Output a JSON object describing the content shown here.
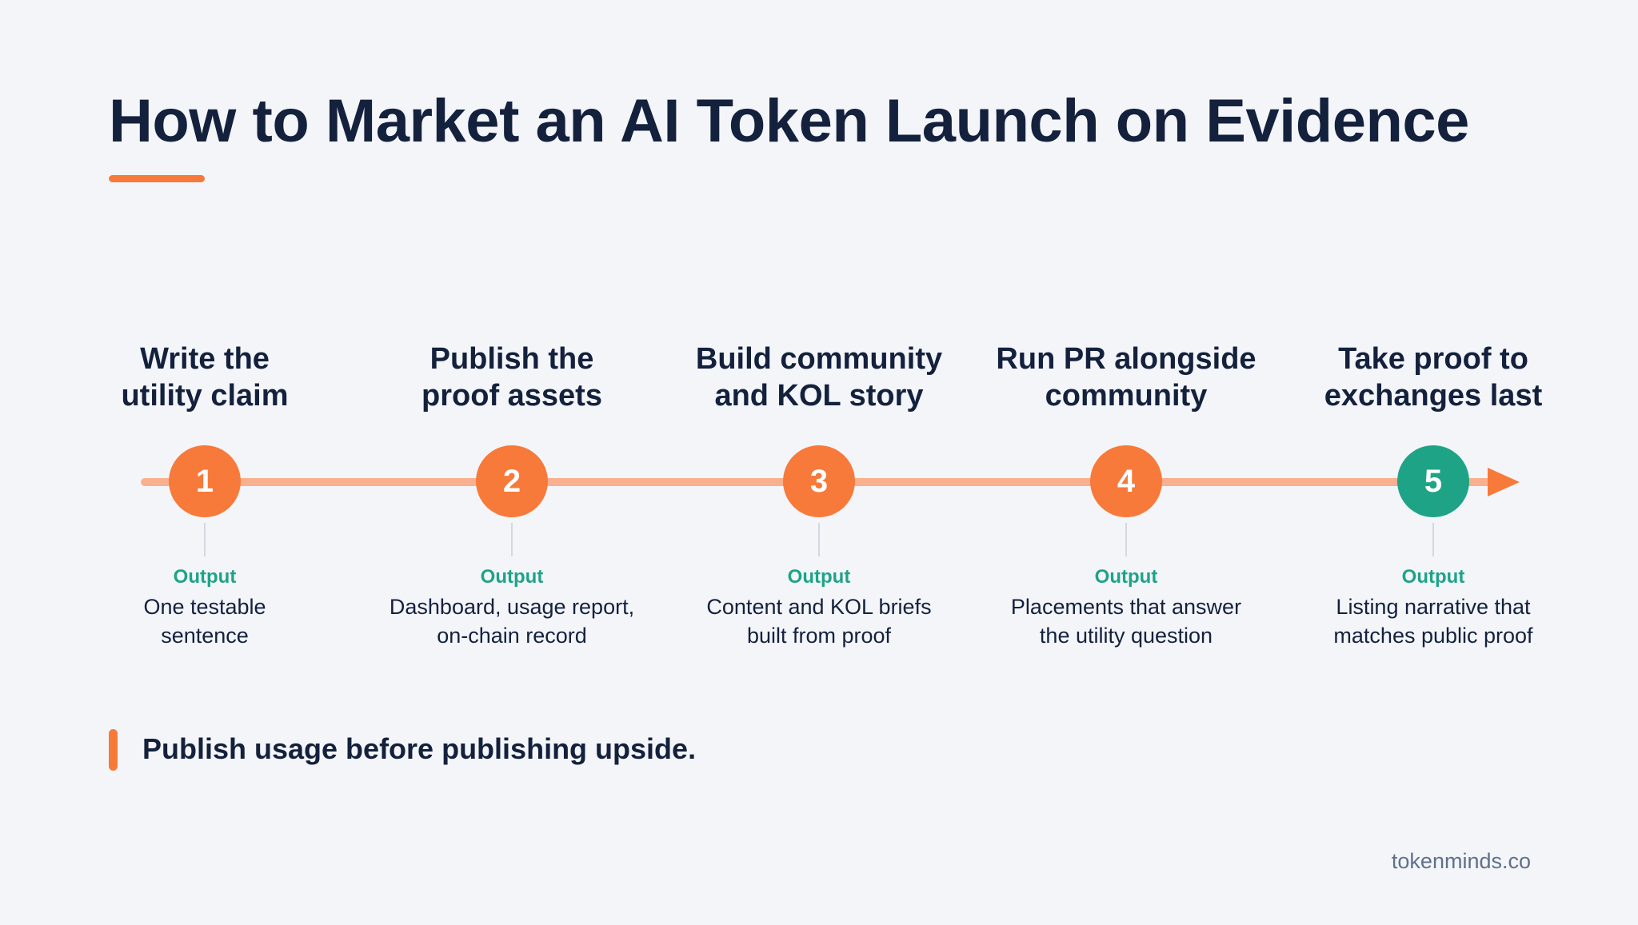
{
  "title": "How to Market an AI Token Launch on Evidence",
  "colors": {
    "background": "#f3f5f9",
    "accent": "#f77a3a",
    "line": "#f9b08e",
    "final_step": "#1fa387",
    "text": "#14213d",
    "muted": "#60708a"
  },
  "steps": [
    {
      "number": "1",
      "title_lines": [
        "Write the",
        "utility claim"
      ],
      "output_label": "Output",
      "output_lines": [
        "One testable",
        "sentence"
      ]
    },
    {
      "number": "2",
      "title_lines": [
        "Publish the",
        "proof assets"
      ],
      "output_label": "Output",
      "output_lines": [
        "Dashboard, usage report,",
        "on-chain record"
      ]
    },
    {
      "number": "3",
      "title_lines": [
        "Build community",
        "and KOL story"
      ],
      "output_label": "Output",
      "output_lines": [
        "Content and KOL briefs",
        "built from proof"
      ]
    },
    {
      "number": "4",
      "title_lines": [
        "Run PR alongside",
        "community"
      ],
      "output_label": "Output",
      "output_lines": [
        "Placements that answer",
        "the utility question"
      ]
    },
    {
      "number": "5",
      "title_lines": [
        "Take proof to",
        "exchanges last"
      ],
      "output_label": "Output",
      "output_lines": [
        "Listing narrative that",
        "matches public proof"
      ]
    }
  ],
  "takeaway": "Publish usage before publishing upside.",
  "footer": "tokenminds.co"
}
